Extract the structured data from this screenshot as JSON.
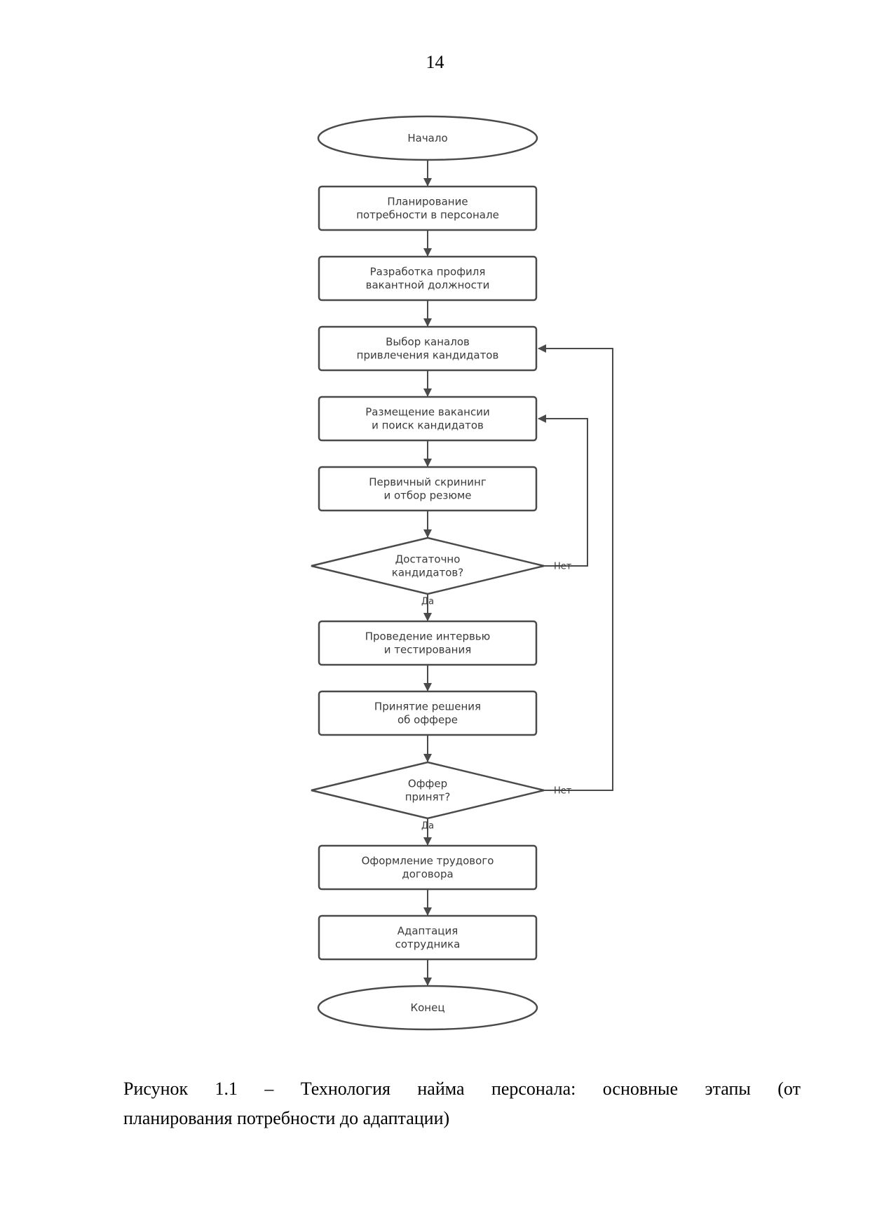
{
  "page": {
    "number": "14"
  },
  "diagram": {
    "nodes": [
      {
        "id": "start",
        "shape": "terminal",
        "lines": [
          "Начало"
        ]
      },
      {
        "id": "plan",
        "shape": "process",
        "lines": [
          "Планирование",
          "потребности в персонале"
        ]
      },
      {
        "id": "profile",
        "shape": "process",
        "lines": [
          "Разработка профиля",
          "вакантной должности"
        ]
      },
      {
        "id": "channels",
        "shape": "process",
        "lines": [
          "Выбор каналов",
          "привлечения кандидатов"
        ]
      },
      {
        "id": "posting",
        "shape": "process",
        "lines": [
          "Размещение вакансии",
          "и поиск кандидатов"
        ]
      },
      {
        "id": "screening",
        "shape": "process",
        "lines": [
          "Первичный скрининг",
          "и отбор резюме"
        ]
      },
      {
        "id": "enough",
        "shape": "decision",
        "lines": [
          "Достаточно",
          "кандидатов?"
        ]
      },
      {
        "id": "interview",
        "shape": "process",
        "lines": [
          "Проведение интервью",
          "и тестирования"
        ]
      },
      {
        "id": "decision",
        "shape": "process",
        "lines": [
          "Принятие решения",
          "об оффере"
        ]
      },
      {
        "id": "accepted",
        "shape": "decision",
        "lines": [
          "Оффер",
          "принят?"
        ]
      },
      {
        "id": "contract",
        "shape": "process",
        "lines": [
          "Оформление трудового",
          "договора"
        ]
      },
      {
        "id": "adaptation",
        "shape": "process",
        "lines": [
          "Адаптация",
          "сотрудника"
        ]
      },
      {
        "id": "end",
        "shape": "terminal",
        "lines": [
          "Конец"
        ]
      }
    ],
    "edges": [
      {
        "from": "start",
        "to": "plan",
        "label": ""
      },
      {
        "from": "plan",
        "to": "profile",
        "label": ""
      },
      {
        "from": "profile",
        "to": "channels",
        "label": ""
      },
      {
        "from": "channels",
        "to": "posting",
        "label": ""
      },
      {
        "from": "posting",
        "to": "screening",
        "label": ""
      },
      {
        "from": "screening",
        "to": "enough",
        "label": ""
      },
      {
        "from": "enough",
        "to": "interview",
        "label": "Да"
      },
      {
        "from": "enough",
        "to": "posting",
        "label": "Нет"
      },
      {
        "from": "interview",
        "to": "decision",
        "label": ""
      },
      {
        "from": "decision",
        "to": "accepted",
        "label": ""
      },
      {
        "from": "accepted",
        "to": "contract",
        "label": "Да"
      },
      {
        "from": "accepted",
        "to": "channels",
        "label": "Нет"
      },
      {
        "from": "contract",
        "to": "adaptation",
        "label": ""
      },
      {
        "from": "adaptation",
        "to": "end",
        "label": ""
      }
    ],
    "colors": {
      "stroke": "#4a4a4a",
      "text": "#3a3a3a"
    }
  },
  "caption": {
    "line1_words": [
      "Рисунок",
      "1.1",
      "–",
      "Технология",
      "найма",
      "персонала:",
      "основные",
      "этапы",
      "(от"
    ],
    "line2": "планирования потребности до адаптации)"
  }
}
